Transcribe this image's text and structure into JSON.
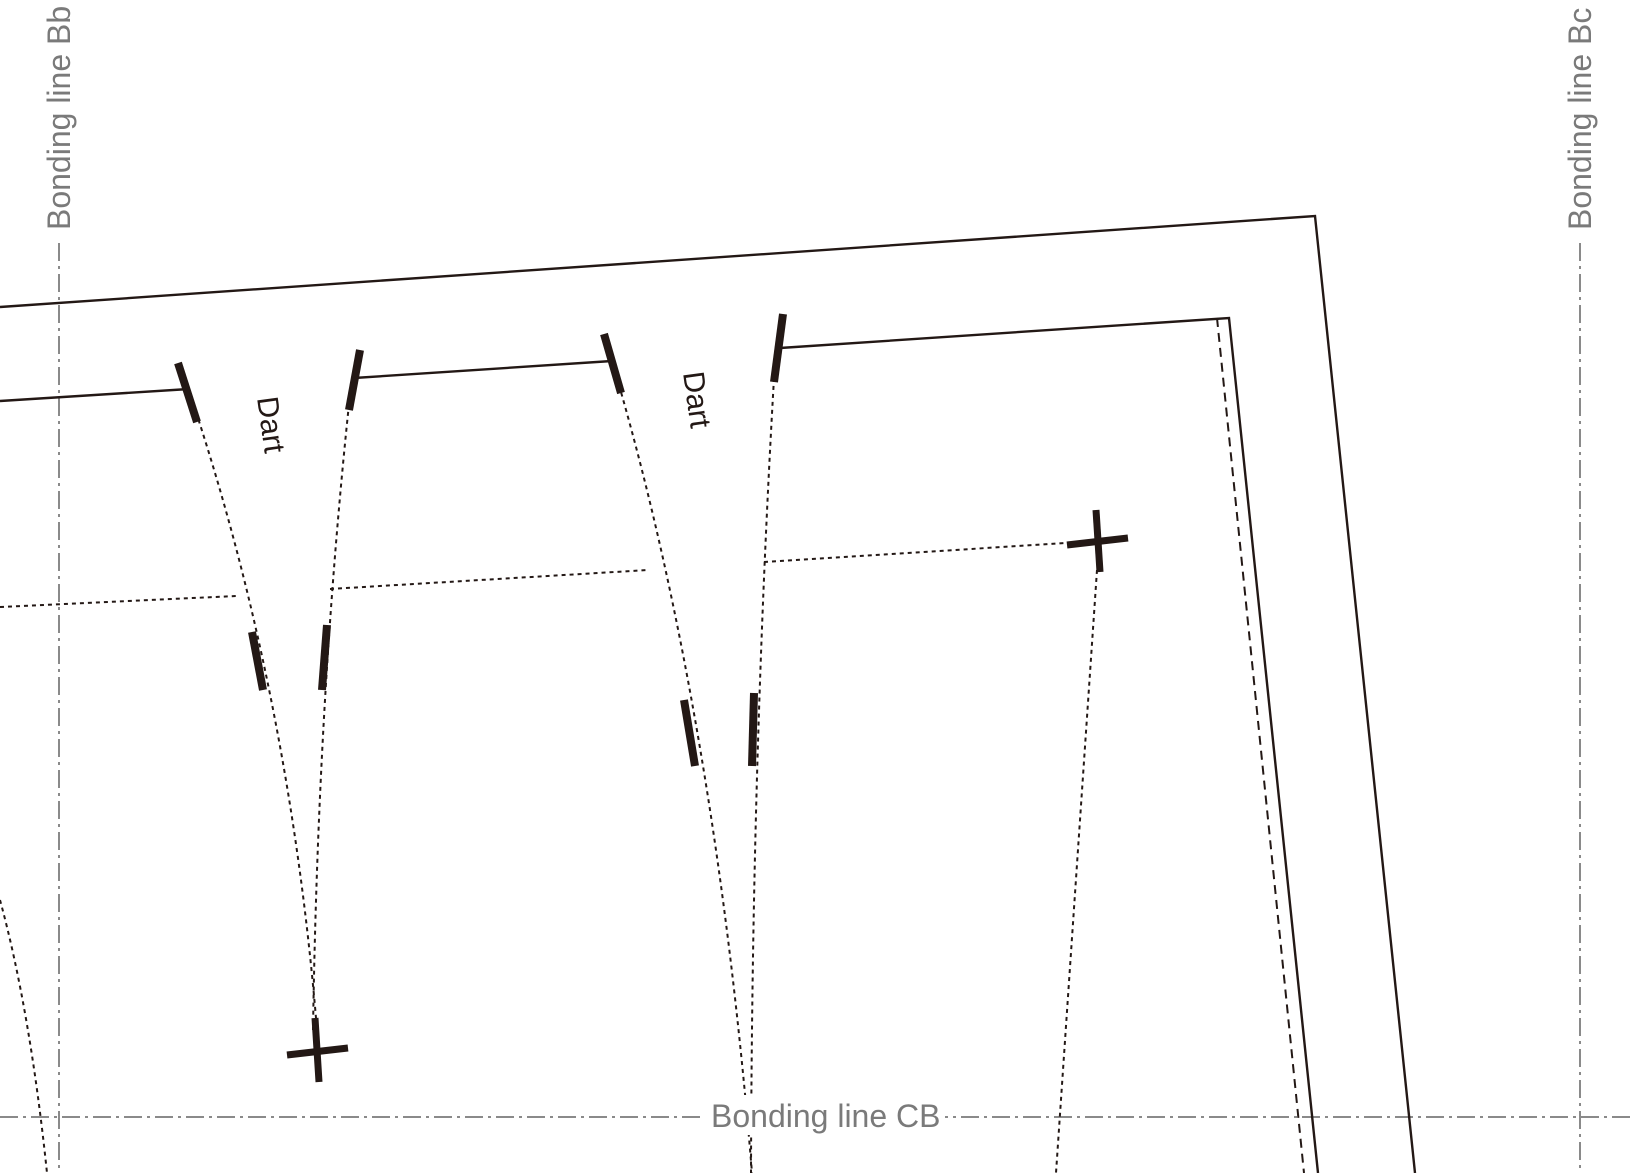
{
  "labels": {
    "bonding_bb": "Bonding line Bb",
    "bonding_bc": "Bonding line Bc",
    "bonding_cb": "Bonding line CB",
    "dart_1": "Dart",
    "dart_2": "Dart"
  },
  "colors": {
    "ink": "#231815",
    "bonding_line": "#8a8a8a",
    "label_gray": "#7a7a7a",
    "background": "#ffffff"
  }
}
